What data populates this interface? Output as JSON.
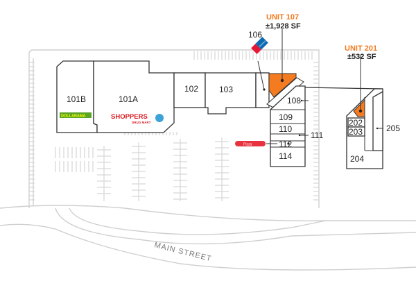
{
  "colors": {
    "highlight": "#f47b20",
    "building_outline": "#333333",
    "parking": "#d6d6d6"
  },
  "callouts": [
    {
      "unit": "UNIT 107",
      "size": "±1,928 SF"
    },
    {
      "unit": "UNIT 201",
      "size": "±532 SF"
    }
  ],
  "units": {
    "u101b": "101B",
    "u101a": "101A",
    "u102": "102",
    "u103": "103",
    "u106": "106",
    "u108": "108",
    "u109": "109",
    "u110": "110",
    "u111": "111",
    "u112": "112",
    "u114": "114",
    "u202": "202",
    "u203": "203",
    "u204": "204",
    "u205": "205"
  },
  "tenants": {
    "dollarama": "DOLLARAMA",
    "shoppers": "SHOPPERS",
    "shoppers_sub": "DRUG MART",
    "dominos": "Domino's",
    "pizza": "Pizza"
  },
  "street": "MAIN STREET"
}
